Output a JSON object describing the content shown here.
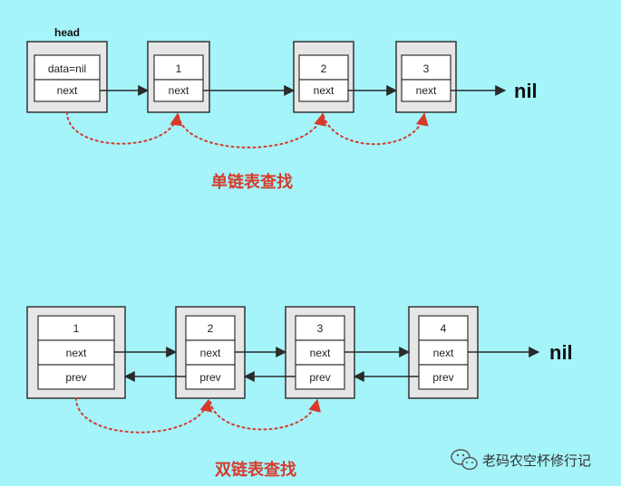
{
  "background_color": "#a4f4fa",
  "node_fill": "#e6e6e6",
  "cell_fill": "#ffffff",
  "arrow_color": "#2a2a2a",
  "search_path_color": "#d63a2a",
  "single_list": {
    "head_label": "head",
    "nodes": [
      {
        "data": "data=nil",
        "next": "next"
      },
      {
        "data": "1",
        "next": "next"
      },
      {
        "data": "2",
        "next": "next"
      },
      {
        "data": "3",
        "next": "next"
      }
    ],
    "terminal": "nil",
    "caption": "单链表查找"
  },
  "double_list": {
    "nodes": [
      {
        "data": "1",
        "next": "next",
        "prev": "prev"
      },
      {
        "data": "2",
        "next": "next",
        "prev": "prev"
      },
      {
        "data": "3",
        "next": "next",
        "prev": "prev"
      },
      {
        "data": "4",
        "next": "next",
        "prev": "prev"
      }
    ],
    "terminal": "nil",
    "caption": "双链表查找"
  },
  "watermark": {
    "icon": "wechat-icon",
    "text": "老码农空杯修行记"
  }
}
